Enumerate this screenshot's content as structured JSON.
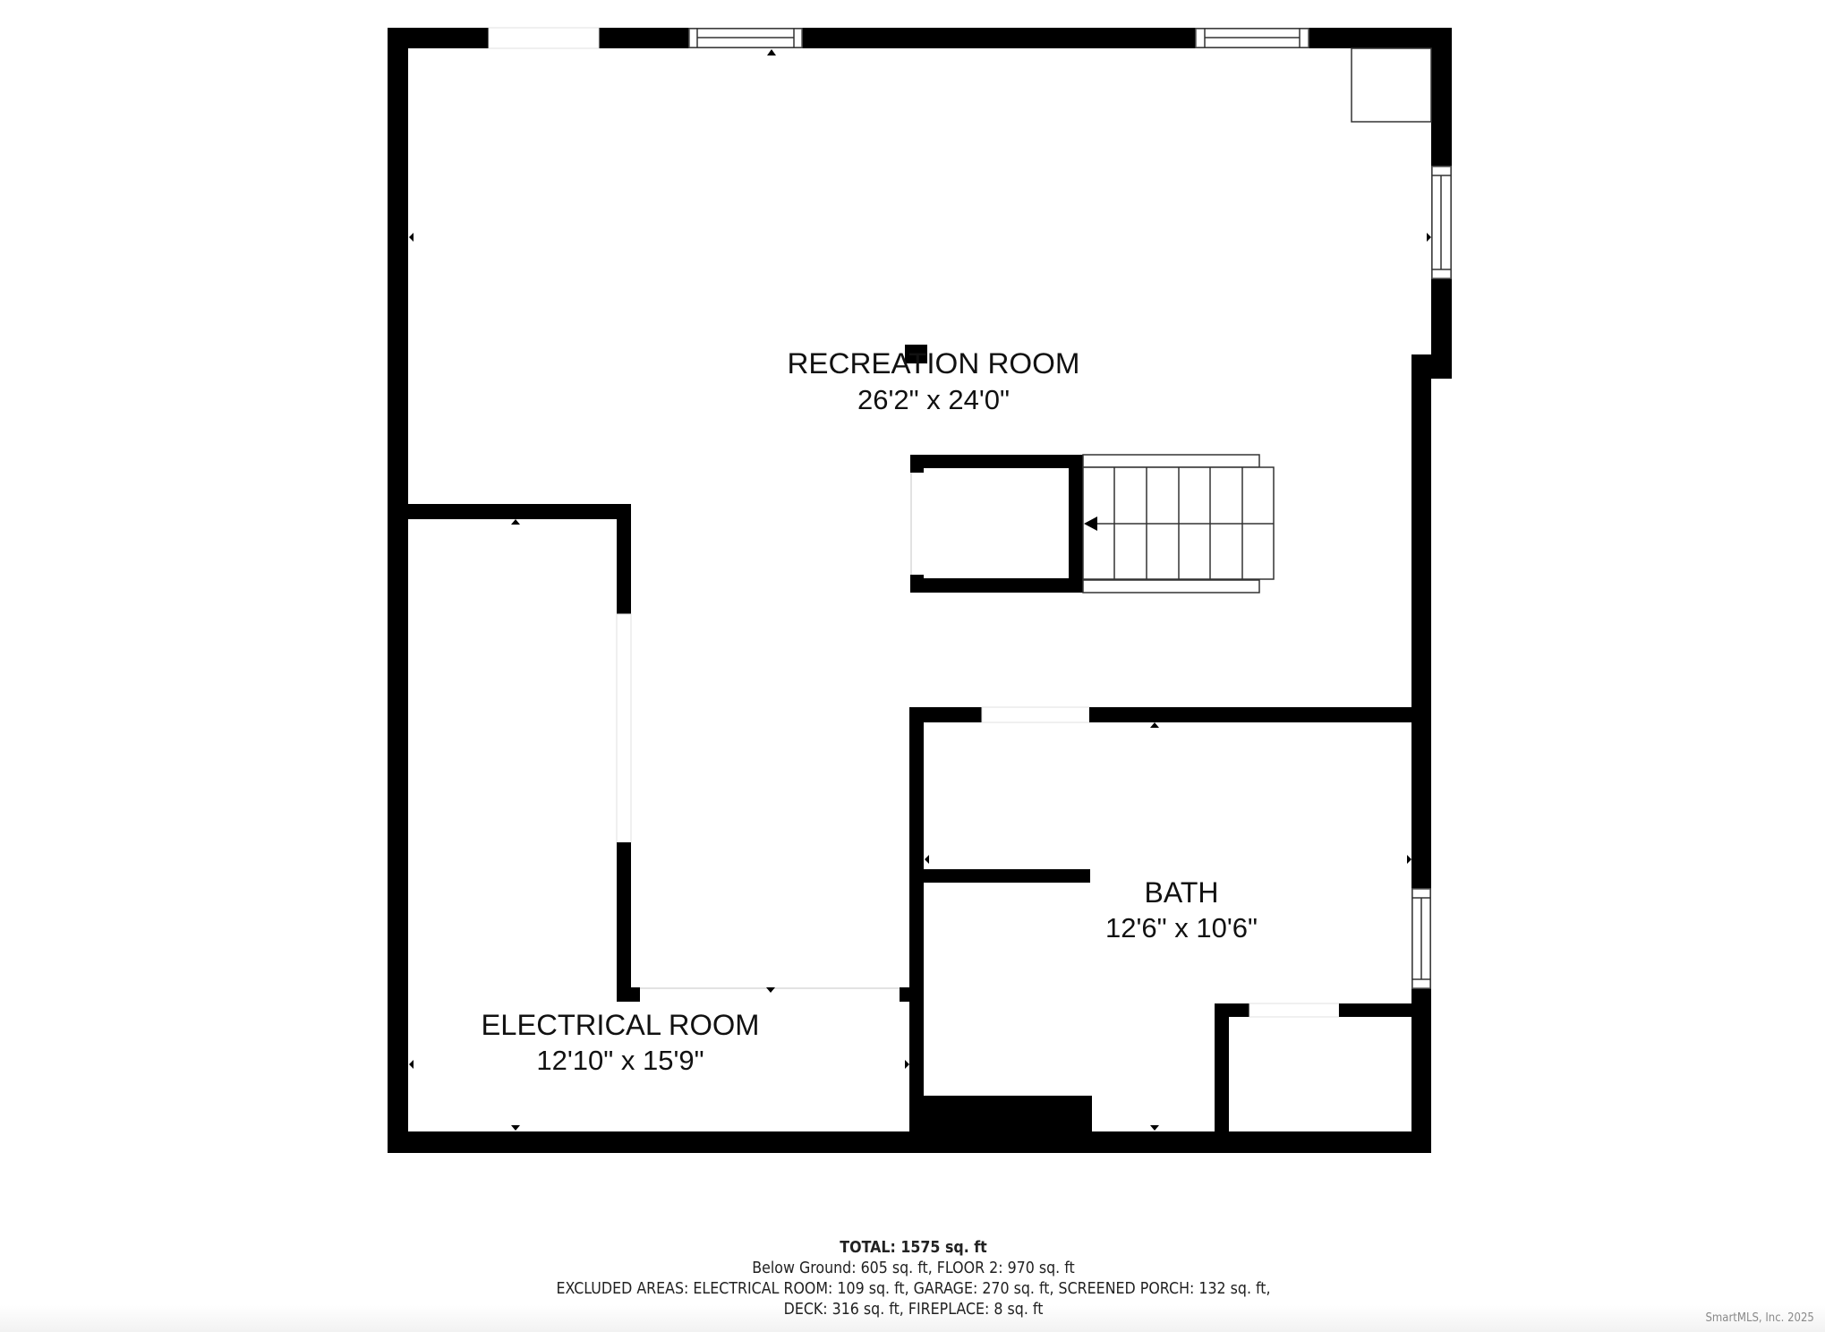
{
  "floorplan": {
    "rooms": [
      {
        "id": "recreation-room",
        "name": "RECREATION ROOM",
        "dimensions": "26'2\" x 24'0\""
      },
      {
        "id": "electrical-room",
        "name": "ELECTRICAL ROOM",
        "dimensions": "12'10\" x 15'9\""
      },
      {
        "id": "bath",
        "name": "BATH",
        "dimensions": "12'6\" x 10'6\""
      }
    ],
    "features": [
      "stairs",
      "windows",
      "doorways"
    ]
  },
  "summary": {
    "total": "TOTAL: 1575 sq. ft",
    "line1": "Below Ground: 605 sq. ft, FLOOR 2: 970 sq. ft",
    "line2": "EXCLUDED AREAS: ELECTRICAL ROOM: 109 sq. ft, GARAGE: 270 sq. ft, SCREENED PORCH: 132 sq. ft,",
    "line3": "DECK: 316 sq. ft, FIREPLACE: 8 sq. ft"
  },
  "credit": "SmartMLS, Inc.  2025"
}
